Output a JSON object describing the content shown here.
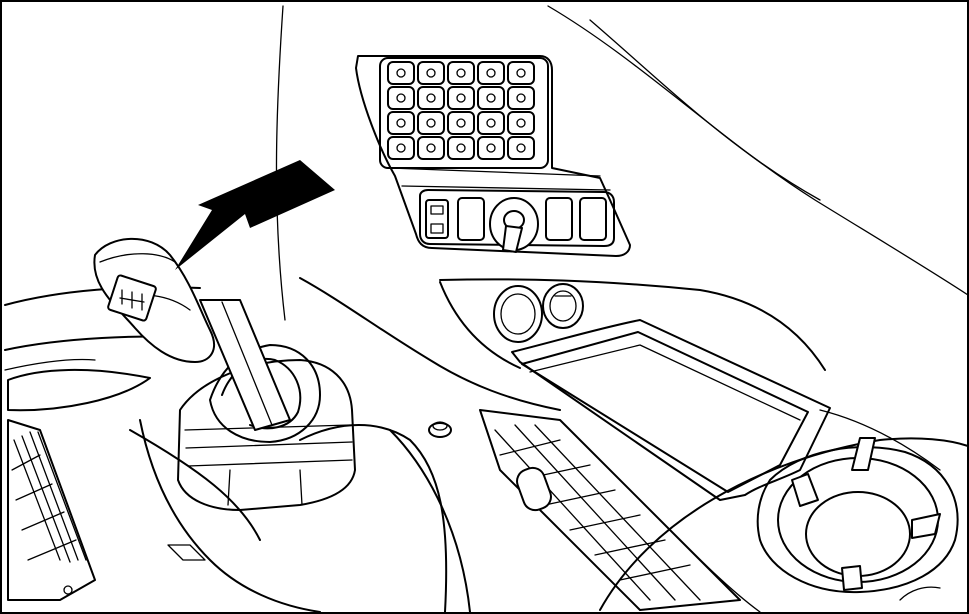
{
  "figure": {
    "kind": "line-art illustration",
    "colors": {
      "line": "#000000",
      "background": "#ffffff"
    },
    "pointer": {
      "icon": "arrow-icon",
      "target": "gear-shift-knob"
    },
    "switch_panel": {
      "rows": 4,
      "columns": 5
    },
    "rocker_switch_count": 4,
    "cup_holder": true,
    "power_sockets": 2
  }
}
